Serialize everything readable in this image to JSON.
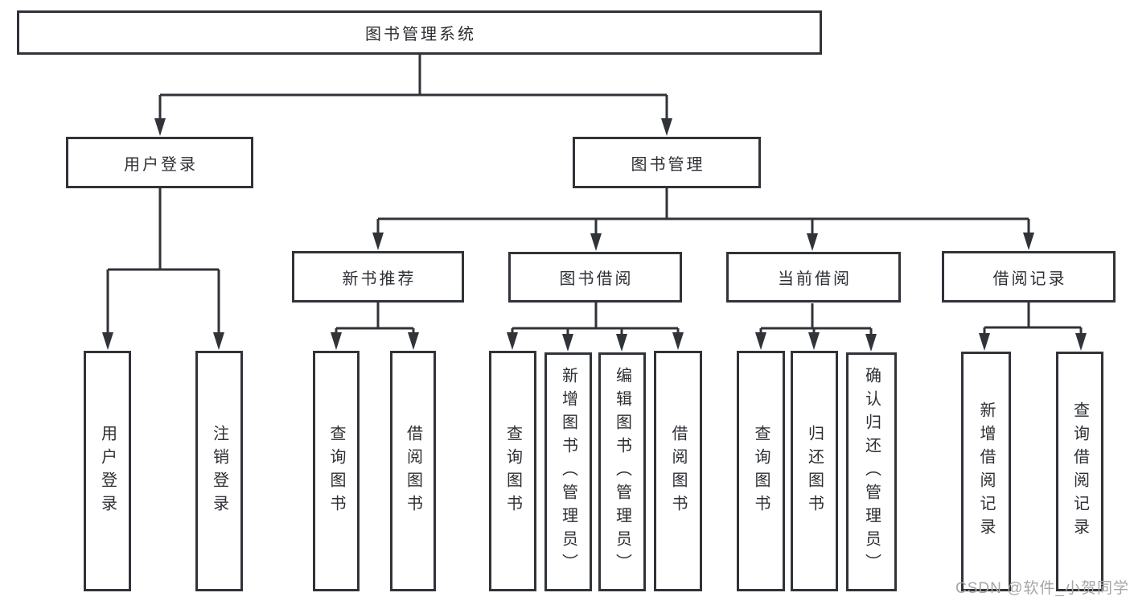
{
  "diagram_title": "图书管理系统",
  "nodes": {
    "root": "图书管理系统",
    "user_login": "用户登录",
    "book_management": "图书管理",
    "login": "用户登录",
    "logout": "注销登录",
    "new_book_recommend": "新书推荐",
    "book_borrowing": "图书借阅",
    "current_borrowing": "当前借阅",
    "borrowing_records": "借阅记录",
    "nbr_query_books": "查询图书",
    "nbr_borrow_books": "借阅图书",
    "bb_query_books": "查询图书",
    "bb_add_books": "新增图书（管理员）",
    "bb_edit_books": "编辑图书（管理员）",
    "bb_borrow_books": "借阅图书",
    "cb_query_books": "查询图书",
    "cb_return_books": "归还图书",
    "cb_confirm_return": "确认归还（管理员）",
    "br_add_record": "新增借阅记录",
    "br_query_record": "查询借阅记录"
  },
  "edges": [
    {
      "from": "root",
      "to": "user_login"
    },
    {
      "from": "root",
      "to": "book_management"
    },
    {
      "from": "user_login",
      "to": "login"
    },
    {
      "from": "user_login",
      "to": "logout"
    },
    {
      "from": "book_management",
      "to": "new_book_recommend"
    },
    {
      "from": "book_management",
      "to": "book_borrowing"
    },
    {
      "from": "book_management",
      "to": "current_borrowing"
    },
    {
      "from": "book_management",
      "to": "borrowing_records"
    },
    {
      "from": "new_book_recommend",
      "to": "nbr_query_books"
    },
    {
      "from": "new_book_recommend",
      "to": "nbr_borrow_books"
    },
    {
      "from": "book_borrowing",
      "to": "bb_query_books"
    },
    {
      "from": "book_borrowing",
      "to": "bb_add_books"
    },
    {
      "from": "book_borrowing",
      "to": "bb_edit_books"
    },
    {
      "from": "book_borrowing",
      "to": "bb_borrow_books"
    },
    {
      "from": "current_borrowing",
      "to": "cb_query_books"
    },
    {
      "from": "current_borrowing",
      "to": "cb_return_books"
    },
    {
      "from": "current_borrowing",
      "to": "cb_confirm_return"
    },
    {
      "from": "borrowing_records",
      "to": "br_add_record"
    },
    {
      "from": "borrowing_records",
      "to": "br_query_record"
    }
  ],
  "watermark": "CSDN @软件_小贺同学",
  "colors": {
    "line": "#303338",
    "text": "#2c2f34",
    "watermark": "#a6a6a6",
    "background": "#ffffff"
  }
}
